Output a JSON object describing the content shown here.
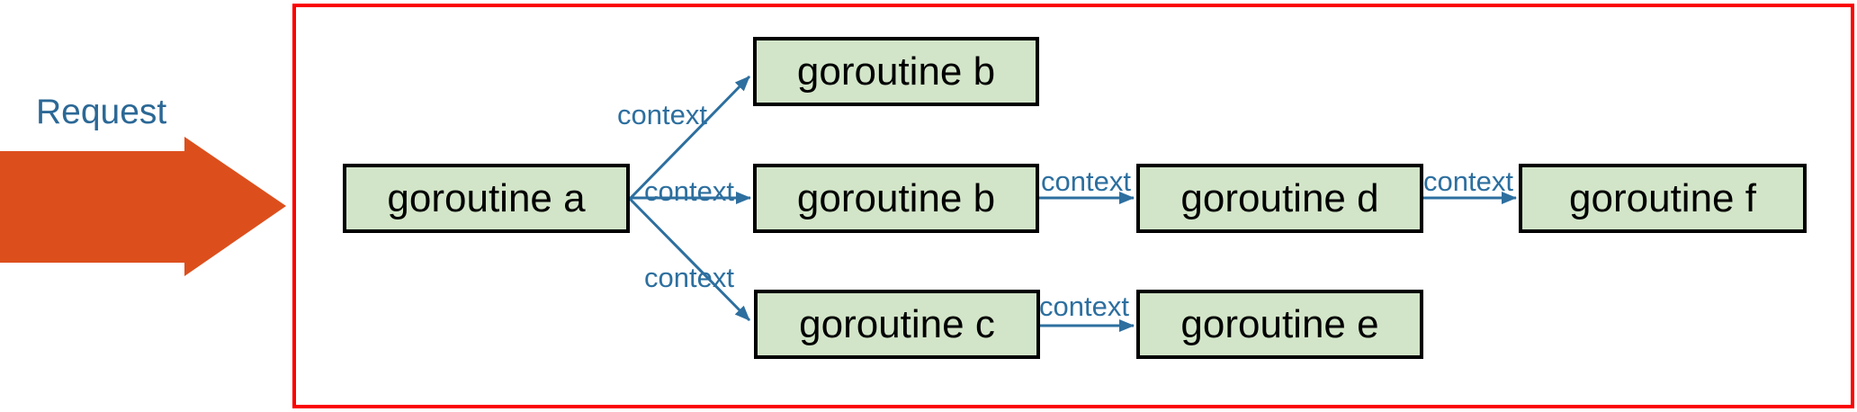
{
  "request": {
    "label": "Request"
  },
  "colors": {
    "request_text_blue": "#2b6896",
    "request_arrow_orange": "#dc4f1d",
    "frame_red": "#fb0000",
    "node_fill": "#d2e5c8",
    "node_border": "#000000",
    "edge_blue": "#2d6f9f"
  },
  "diagram": {
    "nodes": [
      {
        "id": "goroutine-a",
        "label": "goroutine a"
      },
      {
        "id": "goroutine-b-top",
        "label": "goroutine b"
      },
      {
        "id": "goroutine-b",
        "label": "goroutine b"
      },
      {
        "id": "goroutine-c",
        "label": "goroutine c"
      },
      {
        "id": "goroutine-d",
        "label": "goroutine d"
      },
      {
        "id": "goroutine-e",
        "label": "goroutine e"
      },
      {
        "id": "goroutine-f",
        "label": "goroutine f"
      }
    ],
    "edges": [
      {
        "from": "goroutine-a",
        "to": "goroutine-b-top",
        "label": "context"
      },
      {
        "from": "goroutine-a",
        "to": "goroutine-b",
        "label": "context"
      },
      {
        "from": "goroutine-a",
        "to": "goroutine-c",
        "label": "context"
      },
      {
        "from": "goroutine-b",
        "to": "goroutine-d",
        "label": "context"
      },
      {
        "from": "goroutine-d",
        "to": "goroutine-f",
        "label": "context"
      },
      {
        "from": "goroutine-c",
        "to": "goroutine-e",
        "label": "context"
      }
    ]
  }
}
